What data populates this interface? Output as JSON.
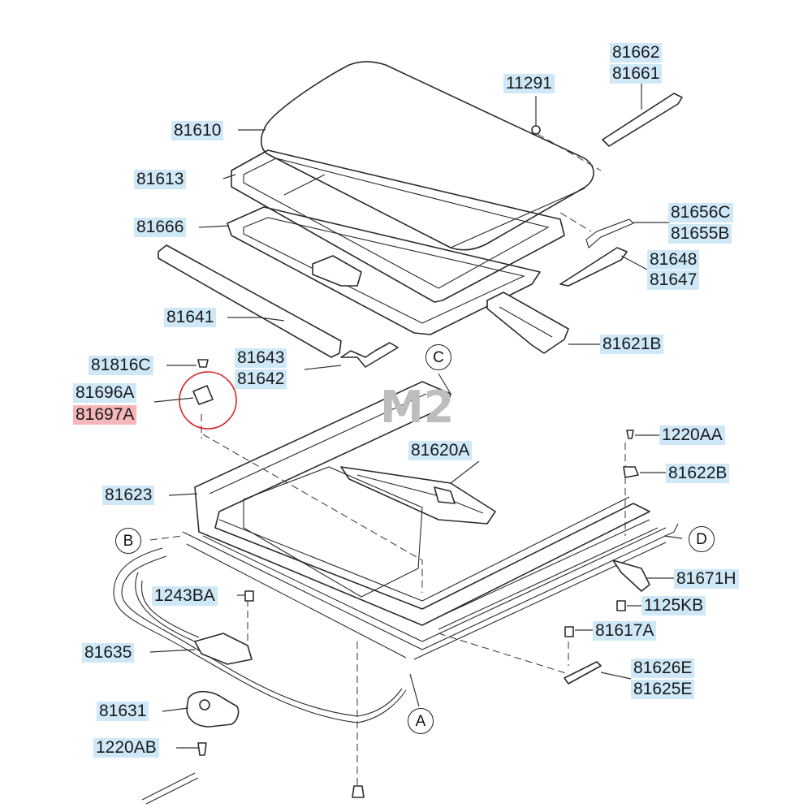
{
  "labels": {
    "p81662": "81662",
    "p81661": "81661",
    "p11291": "11291",
    "p81610": "81610",
    "p81613": "81613",
    "p81666": "81666",
    "p81656C": "81656C",
    "p81655B": "81655B",
    "p81648": "81648",
    "p81647": "81647",
    "p81641": "81641",
    "p81621B": "81621B",
    "p81816C": "81816C",
    "p81643": "81643",
    "p81642": "81642",
    "p81696A": "81696A",
    "p81697A": "81697A",
    "p1220AA": "1220AA",
    "p81620A": "81620A",
    "p81622B": "81622B",
    "p81623": "81623",
    "p81671H": "81671H",
    "p1243BA": "1243BA",
    "p1125KB": "1125KB",
    "p81617A": "81617A",
    "p81635": "81635",
    "p81626E": "81626E",
    "p81625E": "81625E",
    "p81631": "81631",
    "p1220AB": "1220AB"
  },
  "refs": {
    "a": "A",
    "b": "B",
    "c": "C",
    "d": "D"
  },
  "highlight": {
    "part": "81697A",
    "color": "#f7b6b9"
  },
  "colors": {
    "label_bg": "#cfe8f7",
    "highlight_bg": "#f7b6b9",
    "circle": "#d9262c"
  },
  "watermark": "M2"
}
